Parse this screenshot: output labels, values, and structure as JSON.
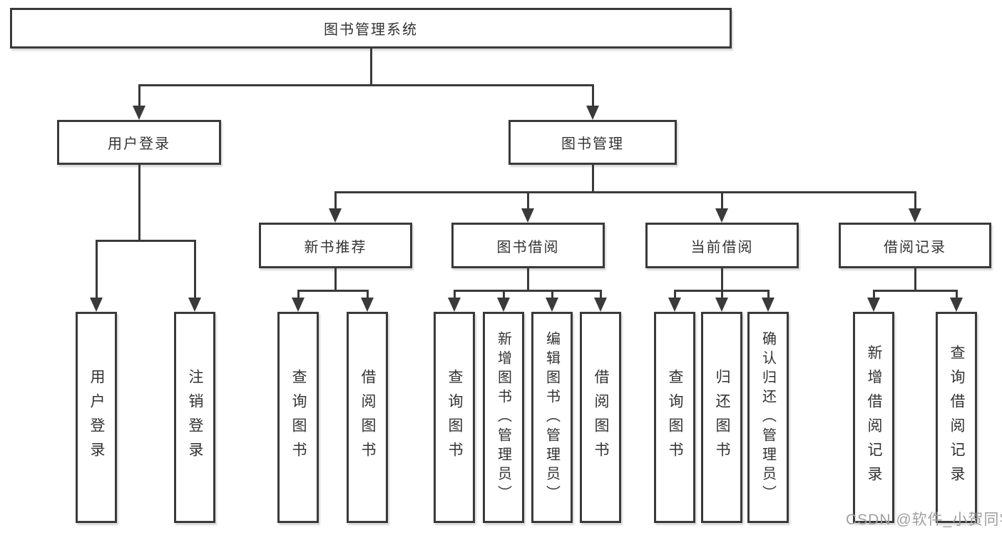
{
  "title": "图书管理系统",
  "level2": [
    {
      "label": "用户登录"
    },
    {
      "label": "图书管理"
    }
  ],
  "level3": [
    {
      "label": "新书推荐"
    },
    {
      "label": "图书借阅"
    },
    {
      "label": "当前借阅"
    },
    {
      "label": "借阅记录"
    }
  ],
  "leaves": [
    {
      "label": "用户登录"
    },
    {
      "label": "注销登录"
    },
    {
      "label": "查询图书"
    },
    {
      "label": "借阅图书"
    },
    {
      "label": "查询图书"
    },
    {
      "label": "新增图书（管理员）"
    },
    {
      "label": "编辑图书（管理员）"
    },
    {
      "label": "借阅图书"
    },
    {
      "label": "查询图书"
    },
    {
      "label": "归还图书"
    },
    {
      "label": "确认归还（管理员）"
    },
    {
      "label": "新增借阅记录"
    },
    {
      "label": "查询借阅记录"
    }
  ],
  "watermark": "CSDN @软件_小贺同学",
  "colors": {
    "line": "#3a3a3a",
    "text": "#333333",
    "background": "#ffffff",
    "watermark": "#a0a0a0"
  }
}
